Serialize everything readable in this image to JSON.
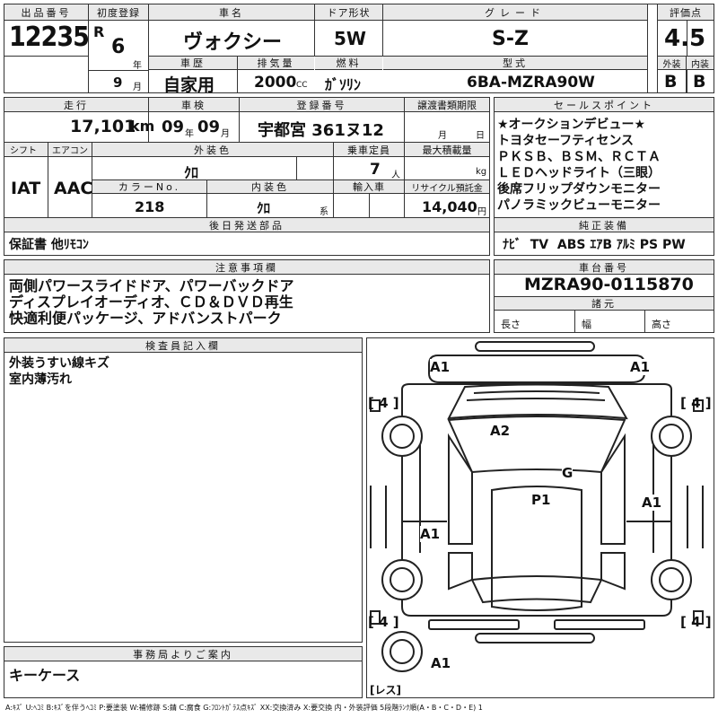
{
  "labels": {
    "lot_no": "出品番号",
    "first_reg": "初度登録",
    "car_name": "車名",
    "door": "ドア形状",
    "grade": "グレード",
    "score": "評価点",
    "history": "車歴",
    "displacement": "排気量",
    "fuel": "燃料",
    "model": "型式",
    "exterior": "外装",
    "interior": "内装",
    "mileage": "走行",
    "inspection": "車検",
    "reg_no": "登録番号",
    "transfer": "譲渡書類期限",
    "sales_points": "セールスポイント",
    "shift": "シフト",
    "aircon": "エアコン",
    "ext_color": "外装色",
    "capacity": "乗車定員",
    "max_load": "最大積載量",
    "color_no": "カラーNo.",
    "int_color": "内装色",
    "import": "輸入車",
    "recycle": "リサイクル預託金",
    "later_parts": "後日発送部品",
    "genuine": "純正装備",
    "notes": "注意事項欄",
    "chassis": "車台番号",
    "specs": "諸元",
    "length": "長さ",
    "width": "幅",
    "height": "高さ",
    "inspector": "検査員記入欄",
    "office": "事務局よりご案内"
  },
  "lot": "12235",
  "reg": {
    "era": "R",
    "year": "6",
    "year_unit": "年",
    "month": "9",
    "month_unit": "月"
  },
  "car_name": "ヴォクシー",
  "door": "5W",
  "grade": "S-Z",
  "score": "4.5",
  "history": "自家用",
  "displacement": "2000",
  "cc": "CC",
  "fuel": "ｶﾞｿﾘﾝ",
  "model": "6BA-MZRA90W",
  "ext_grade": "B",
  "int_grade": "B",
  "mileage": "17,101",
  "km": "km",
  "inspection": {
    "year": "09",
    "year_unit": "年",
    "month": "09",
    "month_unit": "月"
  },
  "reg_no": "宇都宮 361ヌ12",
  "transfer_month": "月",
  "transfer_day": "日",
  "sales_points": [
    "★オークションデビュー★",
    "トヨタセーフティセンス",
    "ＰＫＳＢ、ＢＳＭ、ＲＣＴＡ",
    "ＬＥＤヘッドライト（三眼）",
    "後席フリップダウンモニター",
    "パノラミックビューモニター"
  ],
  "shift": "IAT",
  "aircon": "AAC",
  "ext_color": "ｸﾛ",
  "capacity": "7",
  "capacity_unit": "人",
  "kg": "kg",
  "color_no": "218",
  "int_color": "ｸﾛ",
  "int_color_unit": "系",
  "recycle": "14,040",
  "yen": "円",
  "later_parts": "保証書 他ﾘﾓｺﾝ",
  "genuine": "ﾅﾋﾞ  TV  ABS ｴｱB ｱﾙﾐ PS PW",
  "notes": [
    "両側パワースライドドア、パワーバックドア",
    "ディスプレイオーディオ、ＣＤ＆ＤＶＤ再生",
    "快適利便パッケージ、アドバンストパーク"
  ],
  "chassis": "MZRA90-0115870",
  "inspector_notes": [
    "外装うすい線キズ",
    "室内薄汚れ"
  ],
  "office_note": "キーケース",
  "diagram": {
    "marks": [
      "A1",
      "A1",
      "A2",
      "G",
      "P1",
      "A1",
      "A1",
      "A1"
    ],
    "tires": [
      "4",
      "4",
      "4",
      "4"
    ],
    "spare": "レス"
  },
  "legend": "A:ｷｽﾞ U:ﾍｺﾐ B:ｷｽﾞを伴うﾍｺﾐ P:要塗装 W:補修跡 S:錆 C:腐食 G:ﾌﾛﾝﾄｶﾞﾗｽ点ｷｽﾞ XX:交換済み X:要交換 内・外装評価 5段階ﾗﾝｸ順(A・B・C・D・E) 1"
}
